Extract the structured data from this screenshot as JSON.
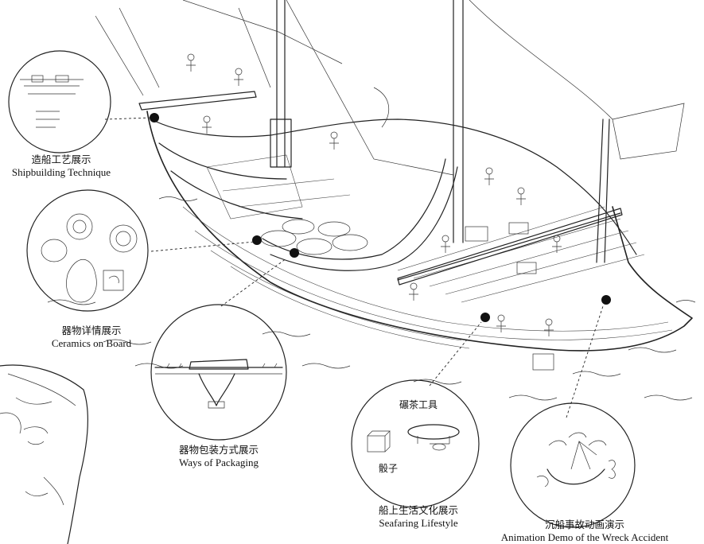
{
  "callouts": [
    {
      "zh": "造船工艺展示",
      "en": "Shipbuilding Technique"
    },
    {
      "zh": "器物详情展示",
      "en": "Ceramics on Board"
    },
    {
      "zh": "器物包装方式展示",
      "en": "Ways of Packaging"
    },
    {
      "zh": "船上生活文化展示",
      "en": "Seafaring Lifestyle"
    },
    {
      "zh": "沉船事故动画演示",
      "en": "Animation Demo of the Wreck Accident"
    }
  ],
  "lifestyle_items": {
    "tea_tools": "碾茶工具",
    "dice": "骰子"
  }
}
